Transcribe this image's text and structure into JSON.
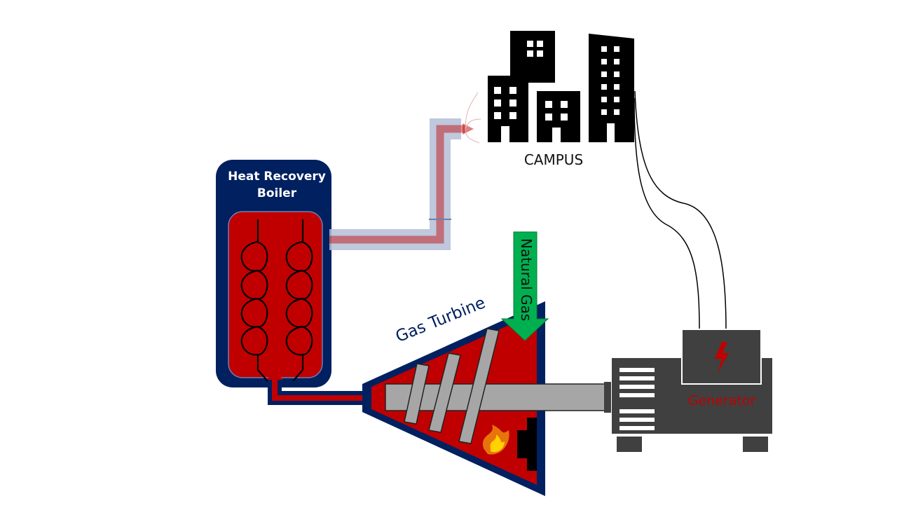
{
  "labels": {
    "boiler_line1": "Heat Recovery",
    "boiler_line2": "Boiler",
    "campus": "CAMPUS",
    "turbine": "Gas Turbine",
    "natural_gas": "Natural Gas",
    "generator": "Generator"
  },
  "colors": {
    "navy": "#002060",
    "red": "#c00000",
    "black": "#000000",
    "gray": "#404040",
    "shaft": "#a6a6a6",
    "gas_green": "#00b050",
    "steam_pipe": "#b4bed6"
  },
  "icons": [
    "buildings-icon",
    "coil-icon",
    "flame-icon",
    "lightning-icon"
  ]
}
